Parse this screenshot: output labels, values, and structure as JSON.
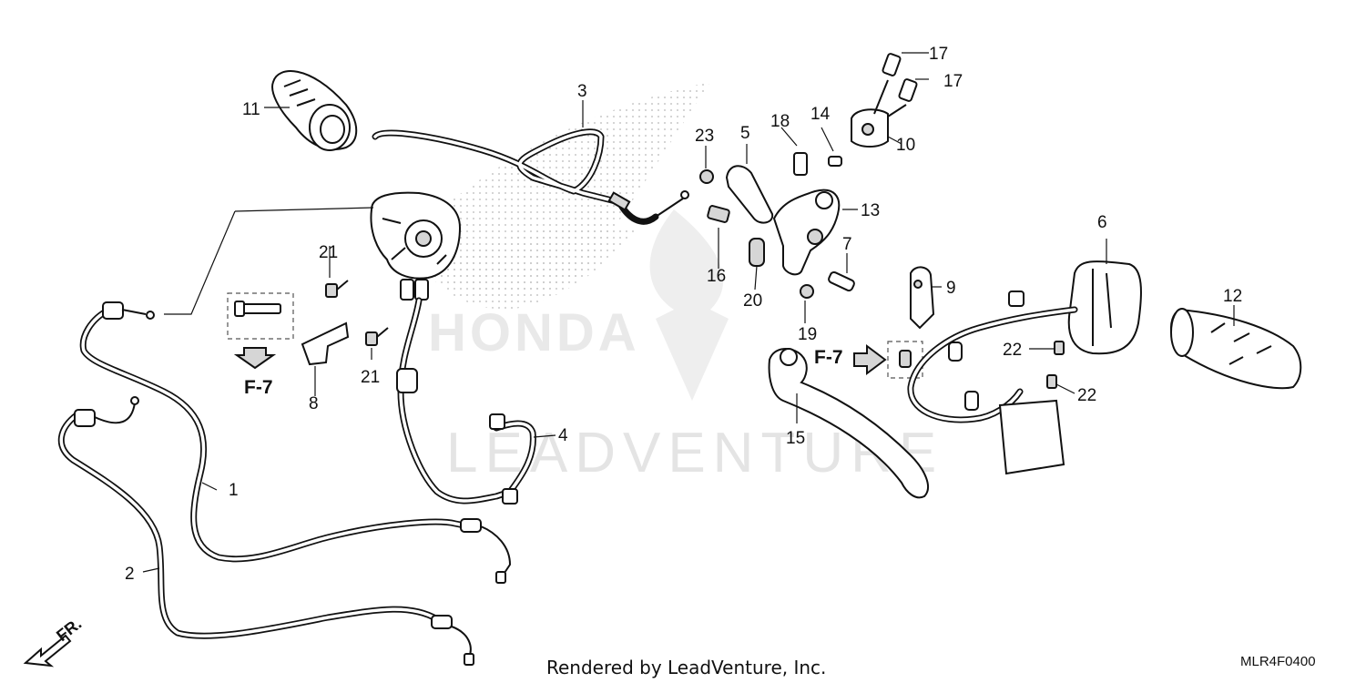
{
  "watermark": {
    "brand_text": "HONDA",
    "company_text": "LEADVENTURE"
  },
  "callouts": [
    {
      "id": "1",
      "label": "1"
    },
    {
      "id": "2",
      "label": "2"
    },
    {
      "id": "3",
      "label": "3"
    },
    {
      "id": "4",
      "label": "4"
    },
    {
      "id": "5",
      "label": "5"
    },
    {
      "id": "6",
      "label": "6"
    },
    {
      "id": "7",
      "label": "7"
    },
    {
      "id": "8",
      "label": "8"
    },
    {
      "id": "9",
      "label": "9"
    },
    {
      "id": "10",
      "label": "10"
    },
    {
      "id": "11",
      "label": "11"
    },
    {
      "id": "12",
      "label": "12"
    },
    {
      "id": "13",
      "label": "13"
    },
    {
      "id": "14",
      "label": "14"
    },
    {
      "id": "15",
      "label": "15"
    },
    {
      "id": "16",
      "label": "16"
    },
    {
      "id": "17a",
      "label": "17"
    },
    {
      "id": "17b",
      "label": "17"
    },
    {
      "id": "18",
      "label": "18"
    },
    {
      "id": "19",
      "label": "19"
    },
    {
      "id": "20",
      "label": "20"
    },
    {
      "id": "21a",
      "label": "21"
    },
    {
      "id": "21b",
      "label": "21"
    },
    {
      "id": "22a",
      "label": "22"
    },
    {
      "id": "22b",
      "label": "22"
    },
    {
      "id": "23",
      "label": "23"
    }
  ],
  "references": [
    {
      "id": "left",
      "label": "F-7"
    },
    {
      "id": "right",
      "label": "F-7"
    }
  ],
  "direction_label": "FR.",
  "footer": {
    "credit": "Rendered by LeadVenture, Inc.",
    "diagram_code": "MLR4F0400"
  }
}
